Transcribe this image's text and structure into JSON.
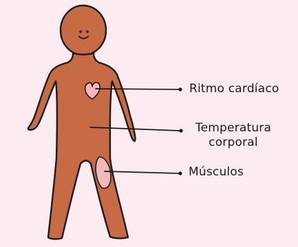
{
  "diagram": {
    "background": "#fcecf1",
    "body_color": "#c66b43",
    "outline_color": "#1b1b1b",
    "highlight_color": "#f2b8bd",
    "labels": {
      "heart_rate": "Ritmo cardíaco",
      "temperature_line1": "Temperatura",
      "temperature_line2": "corporal",
      "muscles": "Músculos"
    },
    "icons": {
      "heart": "heart-icon",
      "face": "smiling-face",
      "muscle": "thigh-muscle-highlight"
    }
  }
}
